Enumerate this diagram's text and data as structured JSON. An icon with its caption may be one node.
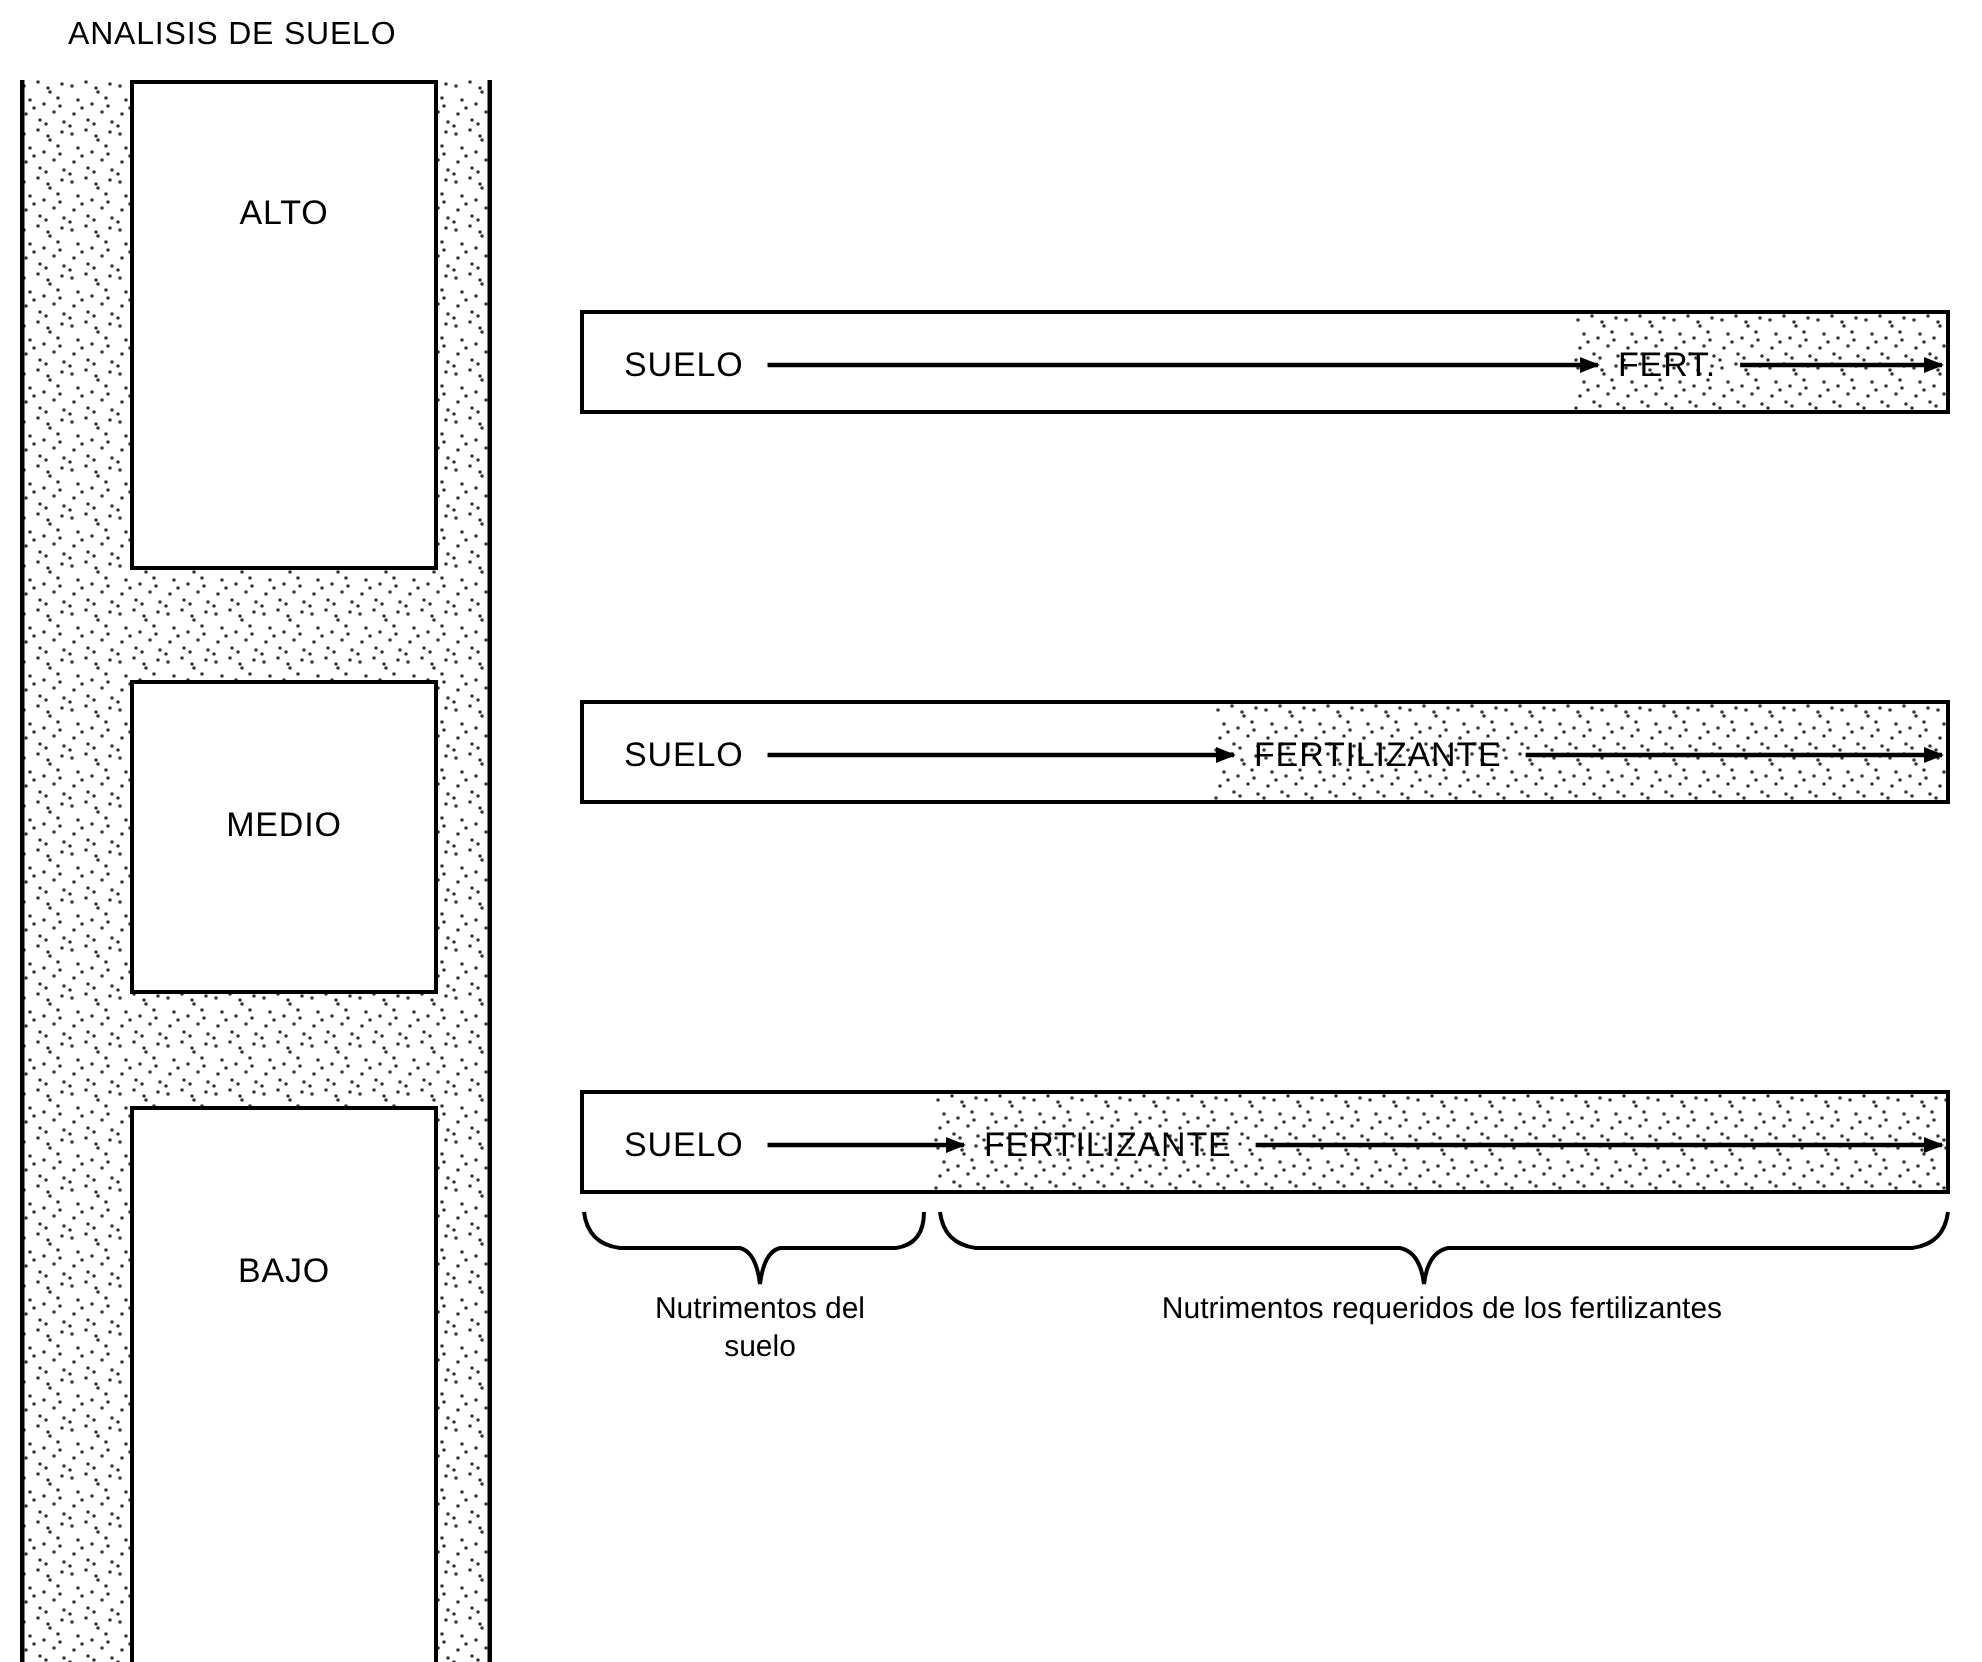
{
  "diagram": {
    "title": "ANALISIS DE SUELO",
    "nodes": [
      {
        "text": [
          "ALTO"
        ]
      },
      {
        "text": [
          "MEDIO"
        ]
      },
      {
        "text": [
          "BAJO"
        ]
      },
      {
        "text": [],
        "shape": "bar"
      },
      {
        "text": [
          "SUELO"
        ],
        "in": 3
      },
      {
        "text": [
          "FERT."
        ],
        "in": 3
      },
      {
        "text": [],
        "shape": "bar"
      },
      {
        "text": [
          "SUELO"
        ],
        "in": 6
      },
      {
        "text": [
          "FERTILIZANTE"
        ],
        "in": 6
      },
      {
        "text": [],
        "shape": "bar"
      },
      {
        "text": [
          "SUELO"
        ],
        "in": 9
      },
      {
        "text": [
          "FERTILIZANTE"
        ],
        "in": 9
      }
    ],
    "edges": [
      {
        "from": 4,
        "to": 5,
        "arrow": "to"
      },
      {
        "from": 5,
        "to": null,
        "arrow": "to"
      },
      {
        "from": 7,
        "to": 8,
        "arrow": "to"
      },
      {
        "from": 8,
        "to": null,
        "arrow": "to"
      },
      {
        "from": 10,
        "to": 11,
        "arrow": "to"
      },
      {
        "from": 11,
        "to": null,
        "arrow": "to"
      }
    ],
    "labels": [
      "Nutrimentos del suelo",
      "Nutrimentos requeridos de los fertilizantes"
    ]
  }
}
